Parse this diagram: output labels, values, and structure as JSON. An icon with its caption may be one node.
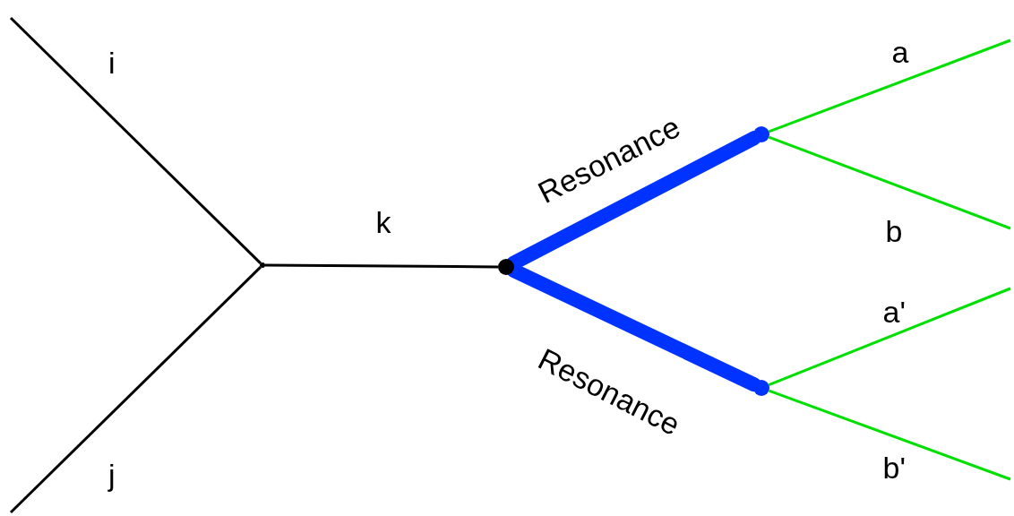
{
  "diagram": {
    "nodes": [
      {
        "text": [],
        "shape": "point"
      },
      {
        "text": [],
        "shape": "point"
      },
      {
        "text": [],
        "shape": "point"
      },
      {
        "text": [],
        "shape": "point"
      }
    ],
    "edges": [
      {
        "from": null,
        "to": 0,
        "arrow": "none",
        "label": "i",
        "color": "#000000"
      },
      {
        "from": null,
        "to": 0,
        "arrow": "none",
        "label": "j",
        "color": "#000000"
      },
      {
        "from": 0,
        "to": 1,
        "arrow": "none",
        "label": "k",
        "color": "#000000"
      },
      {
        "from": 1,
        "to": 2,
        "arrow": "none",
        "label": "Resonance",
        "style": "thick",
        "color": "#0033ff"
      },
      {
        "from": 1,
        "to": 3,
        "arrow": "none",
        "label": "Resonance",
        "style": "thick",
        "color": "#0033ff"
      },
      {
        "from": 2,
        "to": null,
        "arrow": "none",
        "label": "a",
        "color": "#00e000"
      },
      {
        "from": 2,
        "to": null,
        "arrow": "none",
        "label": "b",
        "color": "#00e000"
      },
      {
        "from": 3,
        "to": null,
        "arrow": "none",
        "label": "a'",
        "color": "#00e000"
      },
      {
        "from": 3,
        "to": null,
        "arrow": "none",
        "label": "b'",
        "color": "#00e000"
      }
    ]
  }
}
